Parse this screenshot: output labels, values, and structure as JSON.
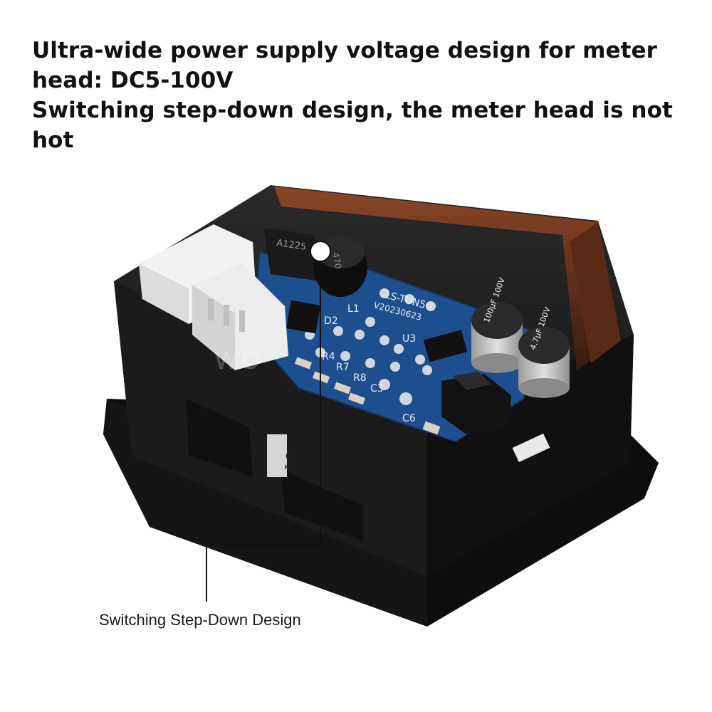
{
  "heading": {
    "line1": "Ultra-wide power supply voltage design for meter head: DC5-100V",
    "line2": "Switching step-down design, the meter head is not hot"
  },
  "callout": {
    "label": "Switching Step-Down Design"
  },
  "watermark": "wo",
  "board": {
    "pcb_label": "LS-TUN50",
    "pcb_date": "V20230623",
    "transistor": "A1225",
    "inductor": "470",
    "cap_large": "100µF 100V",
    "cap_small": "4.7µF 100V",
    "silk": [
      "L1",
      "U3",
      "D2",
      "R4",
      "R7",
      "R8",
      "C3",
      "C6"
    ],
    "terminal_mark": "G 1"
  },
  "colors": {
    "pcb": "#1d4f8f",
    "housing": "#141414",
    "connector": "#ececec",
    "amber_window": "#7a3a1e",
    "text": "#111111"
  }
}
